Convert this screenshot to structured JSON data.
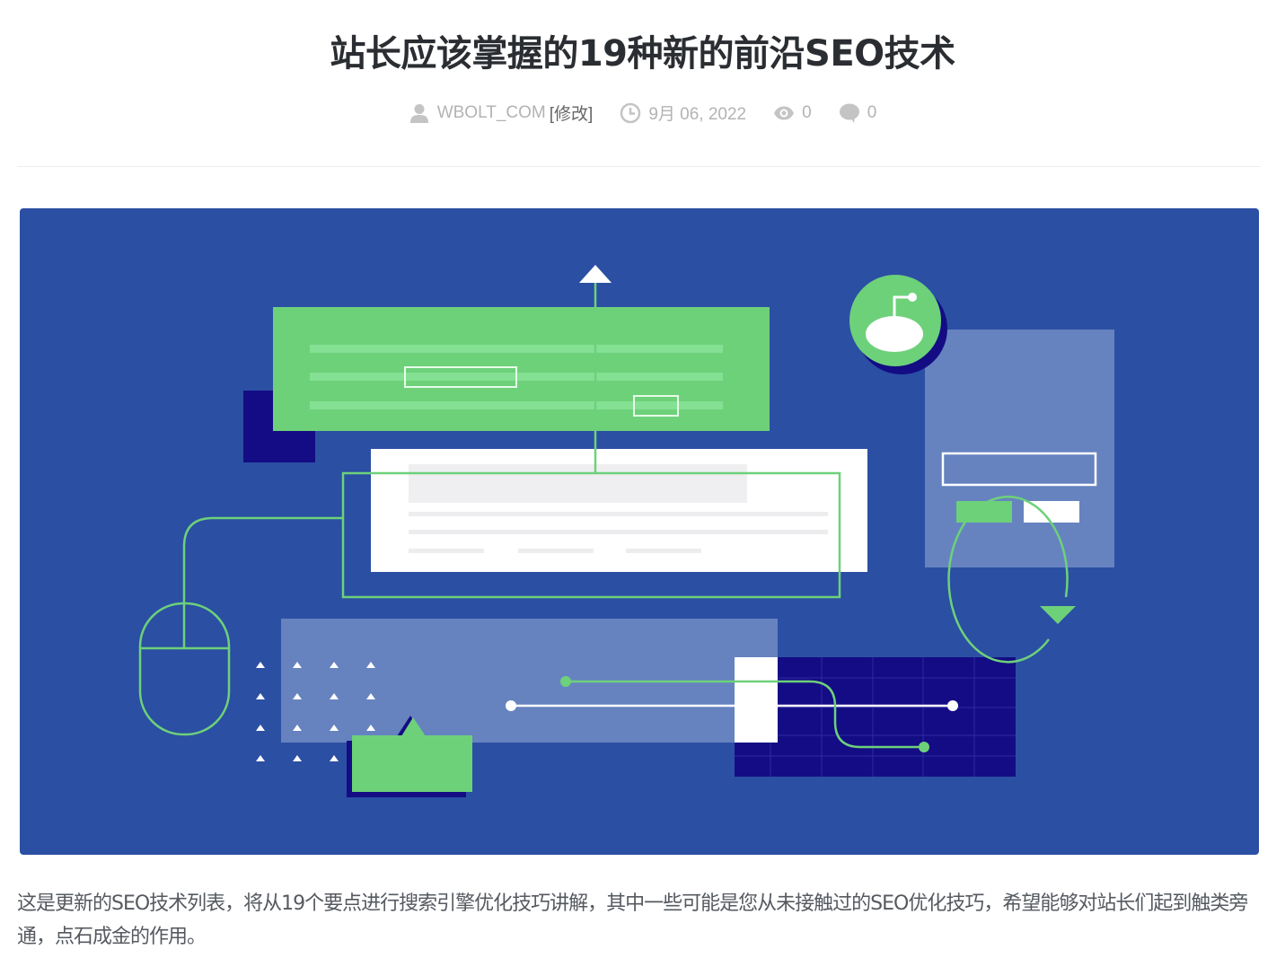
{
  "post": {
    "title": "站长应该掌握的19种新的前沿SEO技术",
    "meta": {
      "author": "WBOLT_COM",
      "edit_label": "[修改]",
      "date": "9月 06, 2022",
      "views": "0",
      "comments": "0",
      "icons": {
        "author": "user-icon",
        "date": "clock-icon",
        "views": "eye-icon",
        "comments": "comment-bubble-icon"
      }
    },
    "hero_image": {
      "alt": "SEO illustration",
      "colors": {
        "background": "#2b4fa3",
        "green": "#6dd17a",
        "dark_navy": "#140c84",
        "light_blue": "#6683c0",
        "white": "#ffffff"
      }
    },
    "intro_text": "这是更新的SEO技术列表，将从19个要点进行搜索引擎优化技巧讲解，其中一些可能是您从未接触过的SEO优化技巧，希望能够对站长们起到触类旁通，点石成金的作用。"
  }
}
